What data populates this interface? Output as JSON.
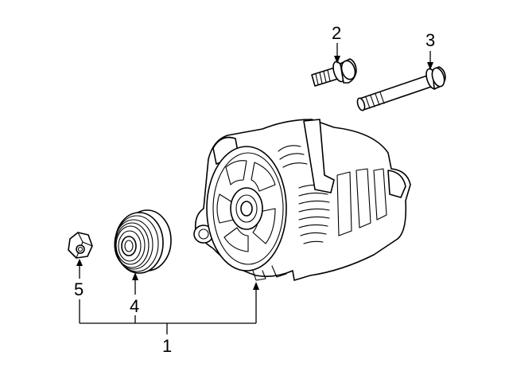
{
  "callouts": {
    "alternator": "1",
    "upper_bolt": "2",
    "long_bolt": "3",
    "pulley": "4",
    "nut": "5"
  }
}
